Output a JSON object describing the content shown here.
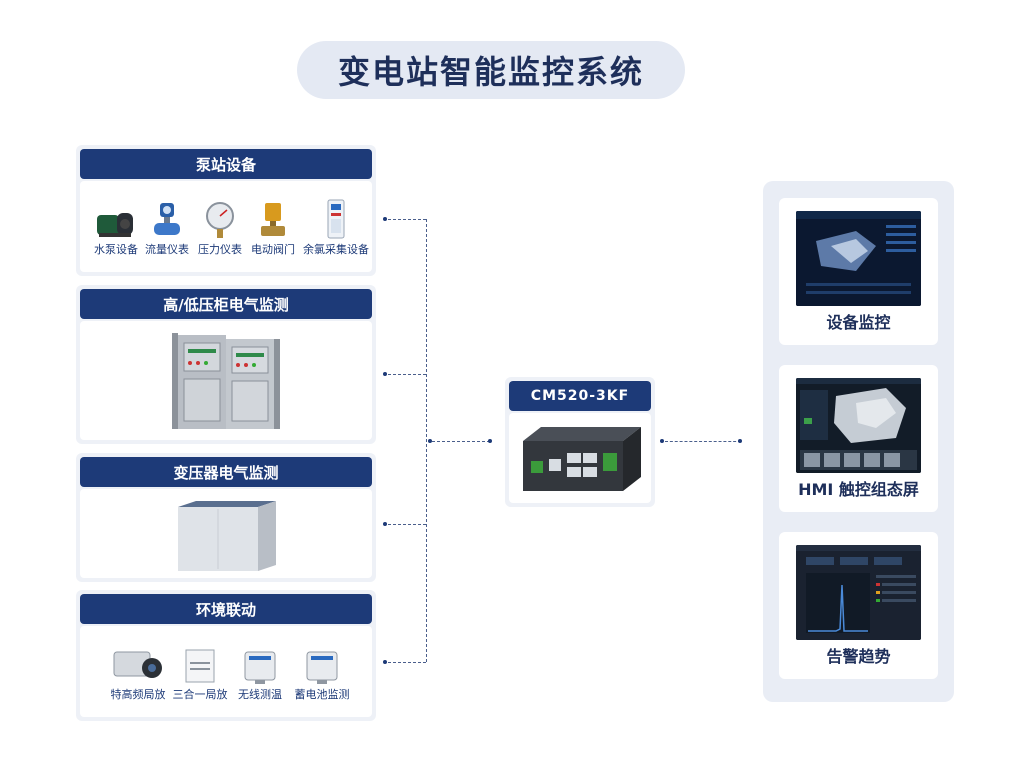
{
  "title": "变电站智能监控系统",
  "left_panels": {
    "pump": {
      "header": "泵站设备",
      "items": [
        "水泵设备",
        "流量仪表",
        "压力仪表",
        "电动阀门",
        "余氯采集设备"
      ]
    },
    "switchgear": {
      "header": "高/低压柜电气监测"
    },
    "transformer": {
      "header": "变压器电气监测"
    },
    "environment": {
      "header": "环境联动",
      "items": [
        "特高频局放",
        "三合一局放",
        "无线测温",
        "蓄电池监测"
      ]
    }
  },
  "gateway": {
    "model": "CM520-3KF"
  },
  "right_panels": [
    "设备监控",
    "HMI 触控组态屏",
    "告警趋势"
  ]
}
